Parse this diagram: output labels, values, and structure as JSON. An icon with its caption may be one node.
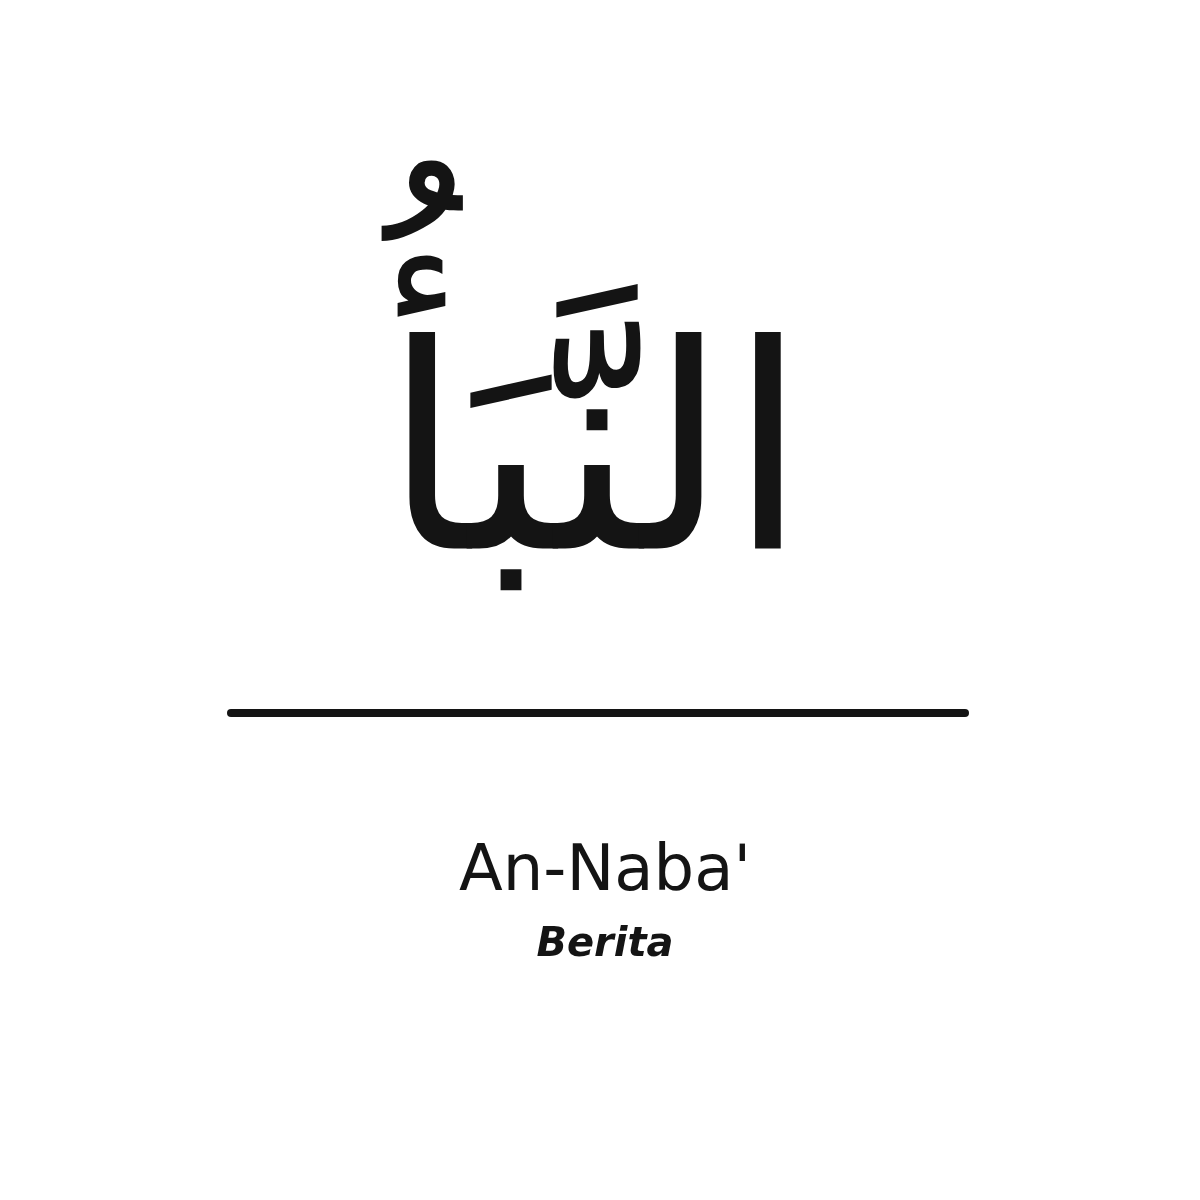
{
  "diagram": {
    "labels": [
      "النَّبَأُ",
      "An-Naba'",
      "Berita"
    ]
  }
}
